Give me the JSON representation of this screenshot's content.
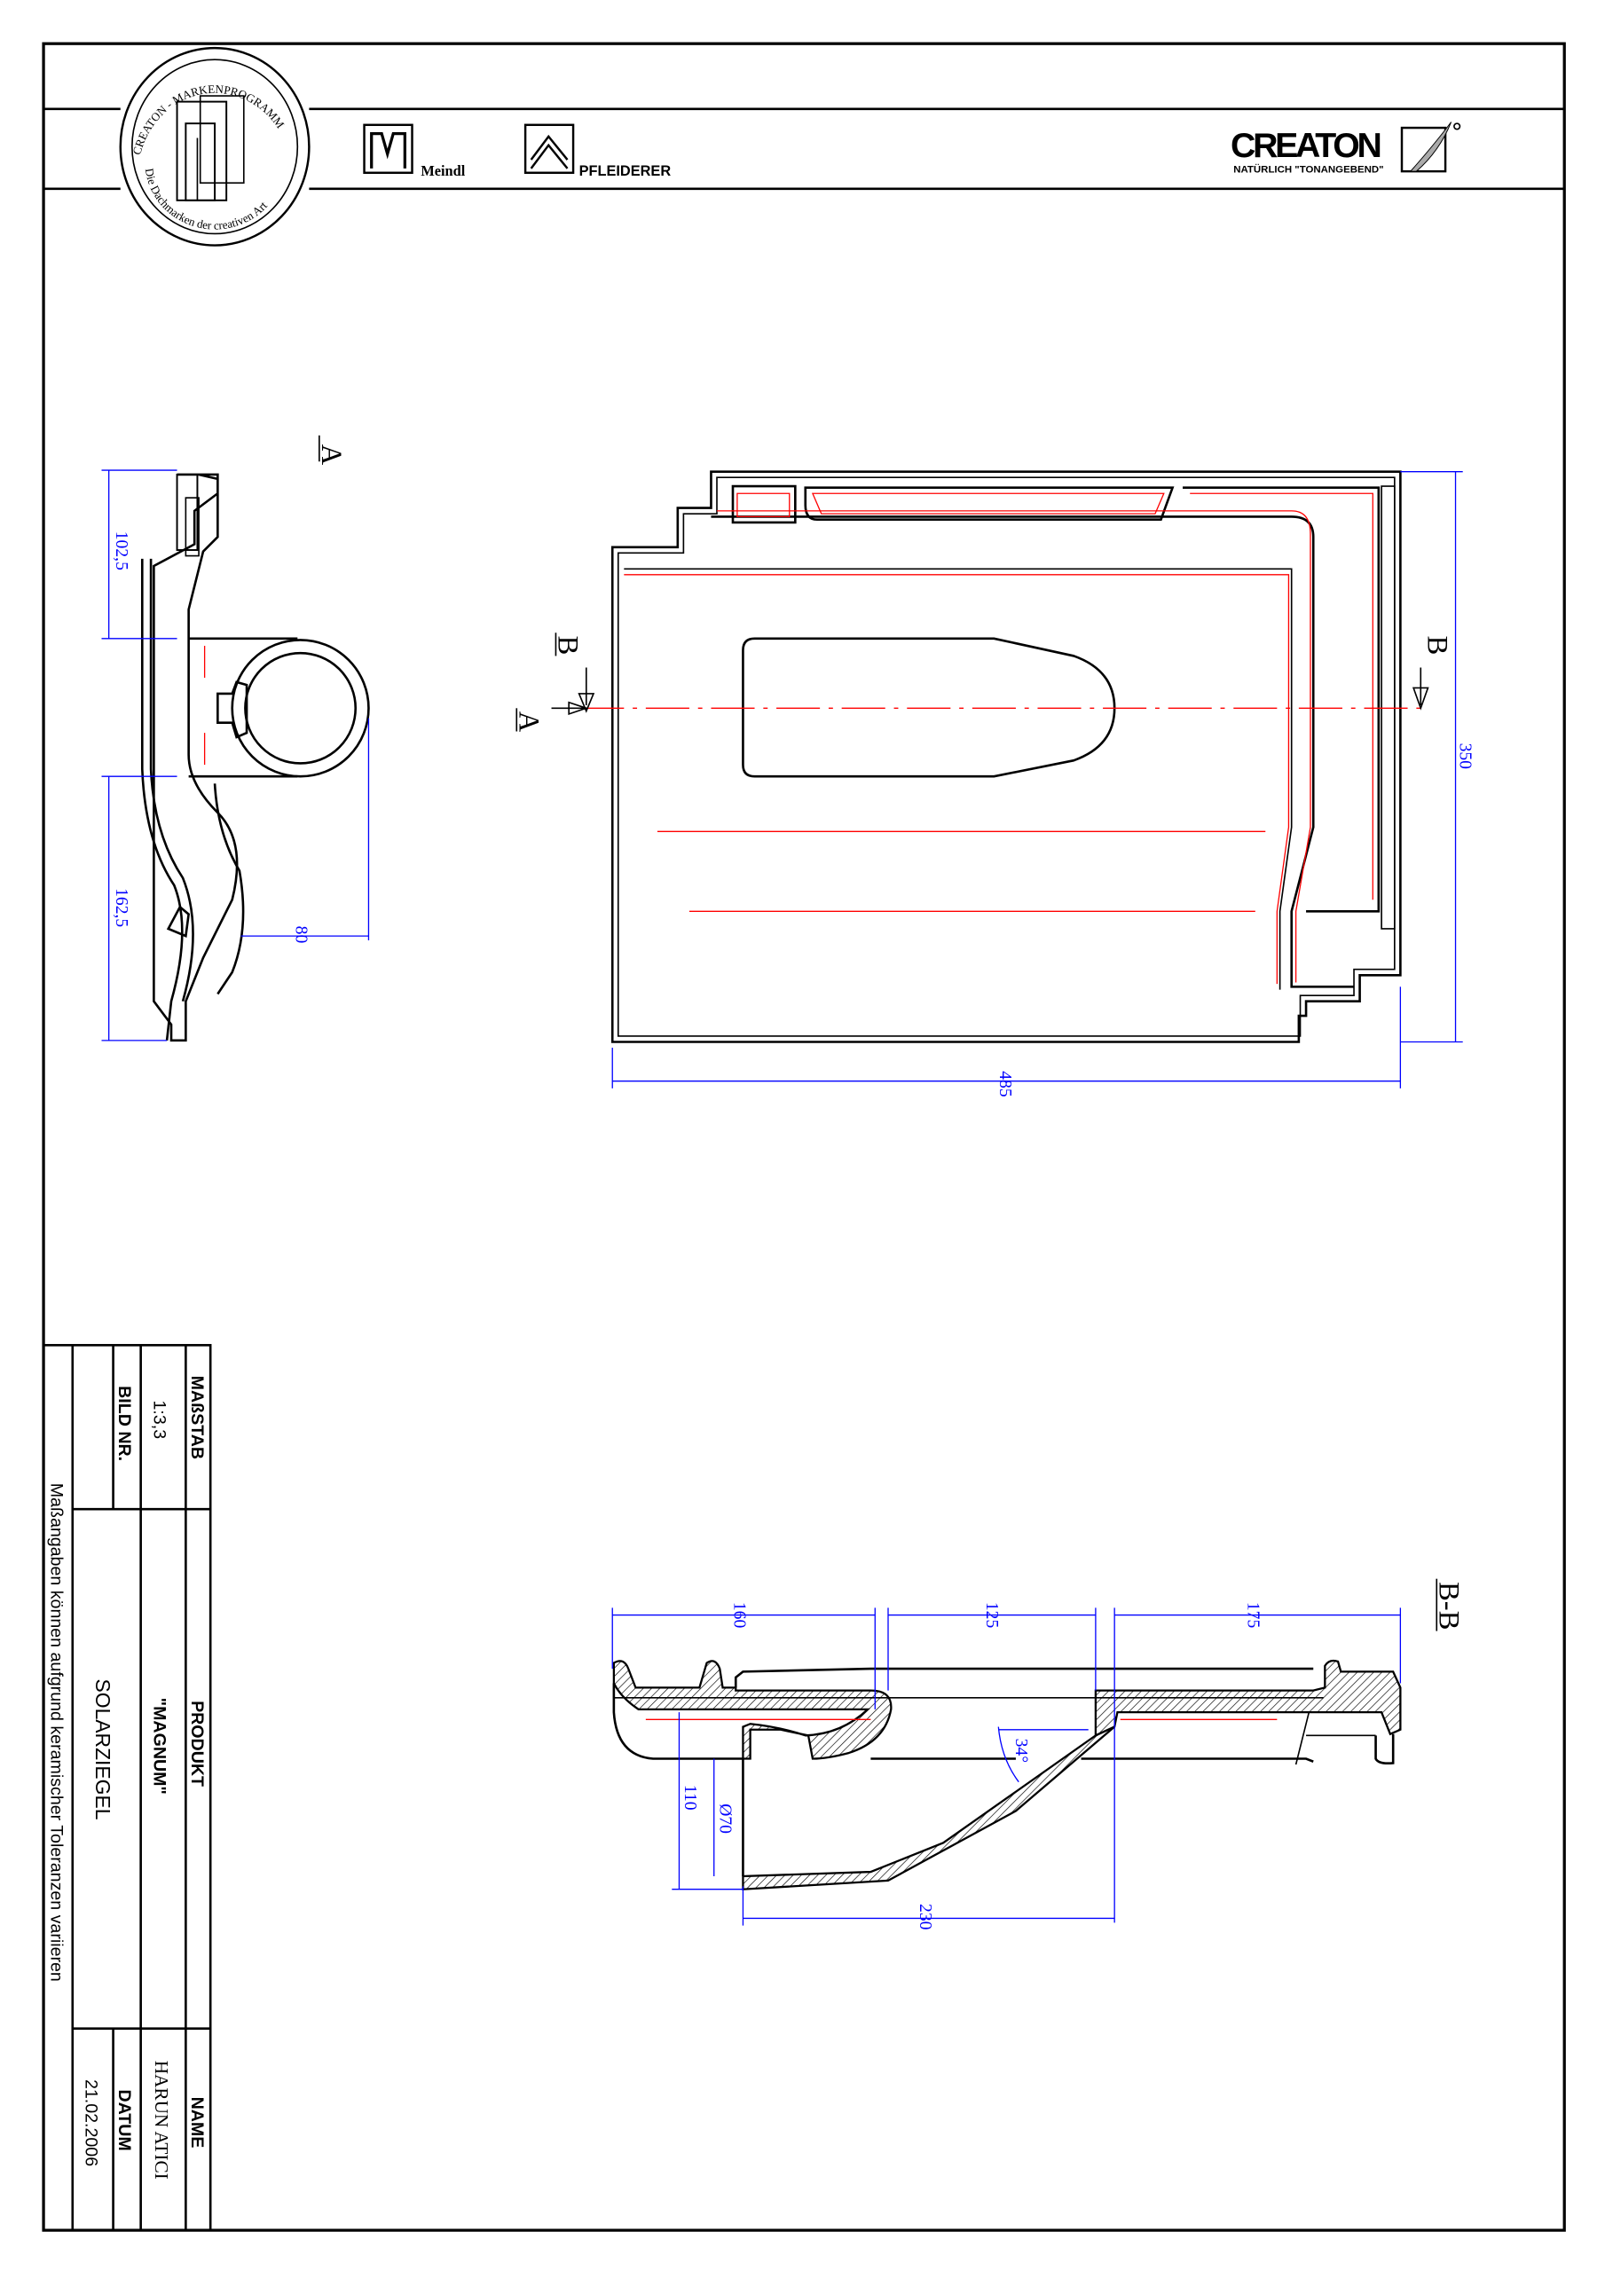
{
  "header": {
    "seal": {
      "top_text": "CREATON - MARKENPROGRAMM",
      "bottom_text": "Die Dachmarken der creativen Art"
    },
    "brand_meindl": "Meindl",
    "brand_pfleiderer": "PFLEIDERER",
    "brand_creaton": "CREATON",
    "brand_creaton_slogan": "NATÜRLICH \"TONANGEBEND\""
  },
  "drawing": {
    "section_labels": {
      "a": "A",
      "b": "B",
      "bb": "B-B"
    },
    "side_view_dims": {
      "upper": "102,5",
      "lower": "162,5",
      "depth": "80"
    },
    "top_view_dims": {
      "height": "350",
      "width": "485"
    },
    "section_dims": {
      "d1": "160",
      "d2": "125",
      "d3": "175",
      "height": "110",
      "diameter": "Ø70",
      "angle": "34°",
      "depth": "230"
    },
    "colors": {
      "outline": "#000000",
      "dimension": "#0000ff",
      "centerline": "#ff0000"
    }
  },
  "title_block": {
    "scale_label": "MAßSTAB",
    "scale_value": "1:3,3",
    "image_no_label": "BILD NR.",
    "product_label": "PRODUKT",
    "product_value": "\"MAGNUM\"",
    "product_type": "SOLARZIEGEL",
    "name_label": "NAME",
    "name_value": "HARUN  ATICI",
    "date_label": "DATUM",
    "date_value": "21.02.2006",
    "footer_note": "Maßangaben  können  aufgrund  keramischer  Toleranzen  variieren"
  }
}
